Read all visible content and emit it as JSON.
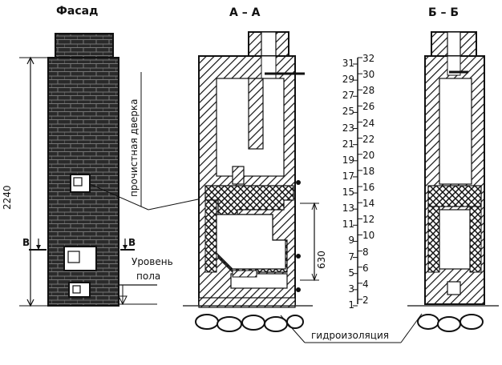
{
  "titles": {
    "facade": "Фасад",
    "section_aa": "А – А",
    "section_bb": "Б – Б"
  },
  "labels": {
    "height_dim": "2240",
    "section_marker_left": "В",
    "section_marker_right": "В",
    "floor_level_1": "Уровень",
    "floor_level_2": "пола",
    "cleaning_door": "прочистная дверка",
    "dimension_630": "630",
    "waterproofing": "гидроизоляция"
  },
  "course_scale": {
    "odd": [
      "31",
      "29",
      "27",
      "25",
      "23",
      "21",
      "19",
      "17",
      "15",
      "13",
      "11",
      "9",
      "7",
      "5",
      "3",
      "1"
    ],
    "even": [
      "32",
      "30",
      "28",
      "26",
      "24",
      "22",
      "20",
      "18",
      "16",
      "14",
      "12",
      "10",
      "8",
      "6",
      "4",
      "2"
    ]
  },
  "colors": {
    "ink": "#111111",
    "brick_dark": "#2a2a2a"
  }
}
